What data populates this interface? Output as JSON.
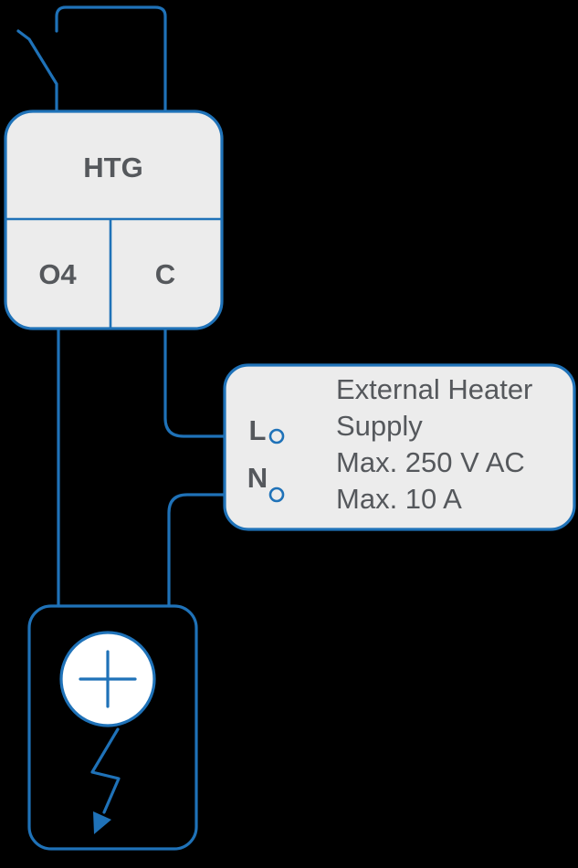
{
  "diagram": {
    "relay": {
      "label": "HTG",
      "terminals": {
        "left": "O4",
        "right": "C"
      }
    },
    "supply": {
      "terminal_l": "L",
      "terminal_n": "N",
      "info_lines": [
        "External Heater",
        "Supply",
        "Max. 250 V AC",
        "Max. 10 A"
      ]
    },
    "icons": {
      "switch": "switch-blade-icon",
      "heater": "circle-plus-icon",
      "discharge": "zigzag-arrow-icon"
    },
    "colors": {
      "line": "#1f72b8",
      "box_fill": "#ececec",
      "text": "#55585c",
      "background": "#000000",
      "heater_fill": "#ffffff"
    }
  }
}
